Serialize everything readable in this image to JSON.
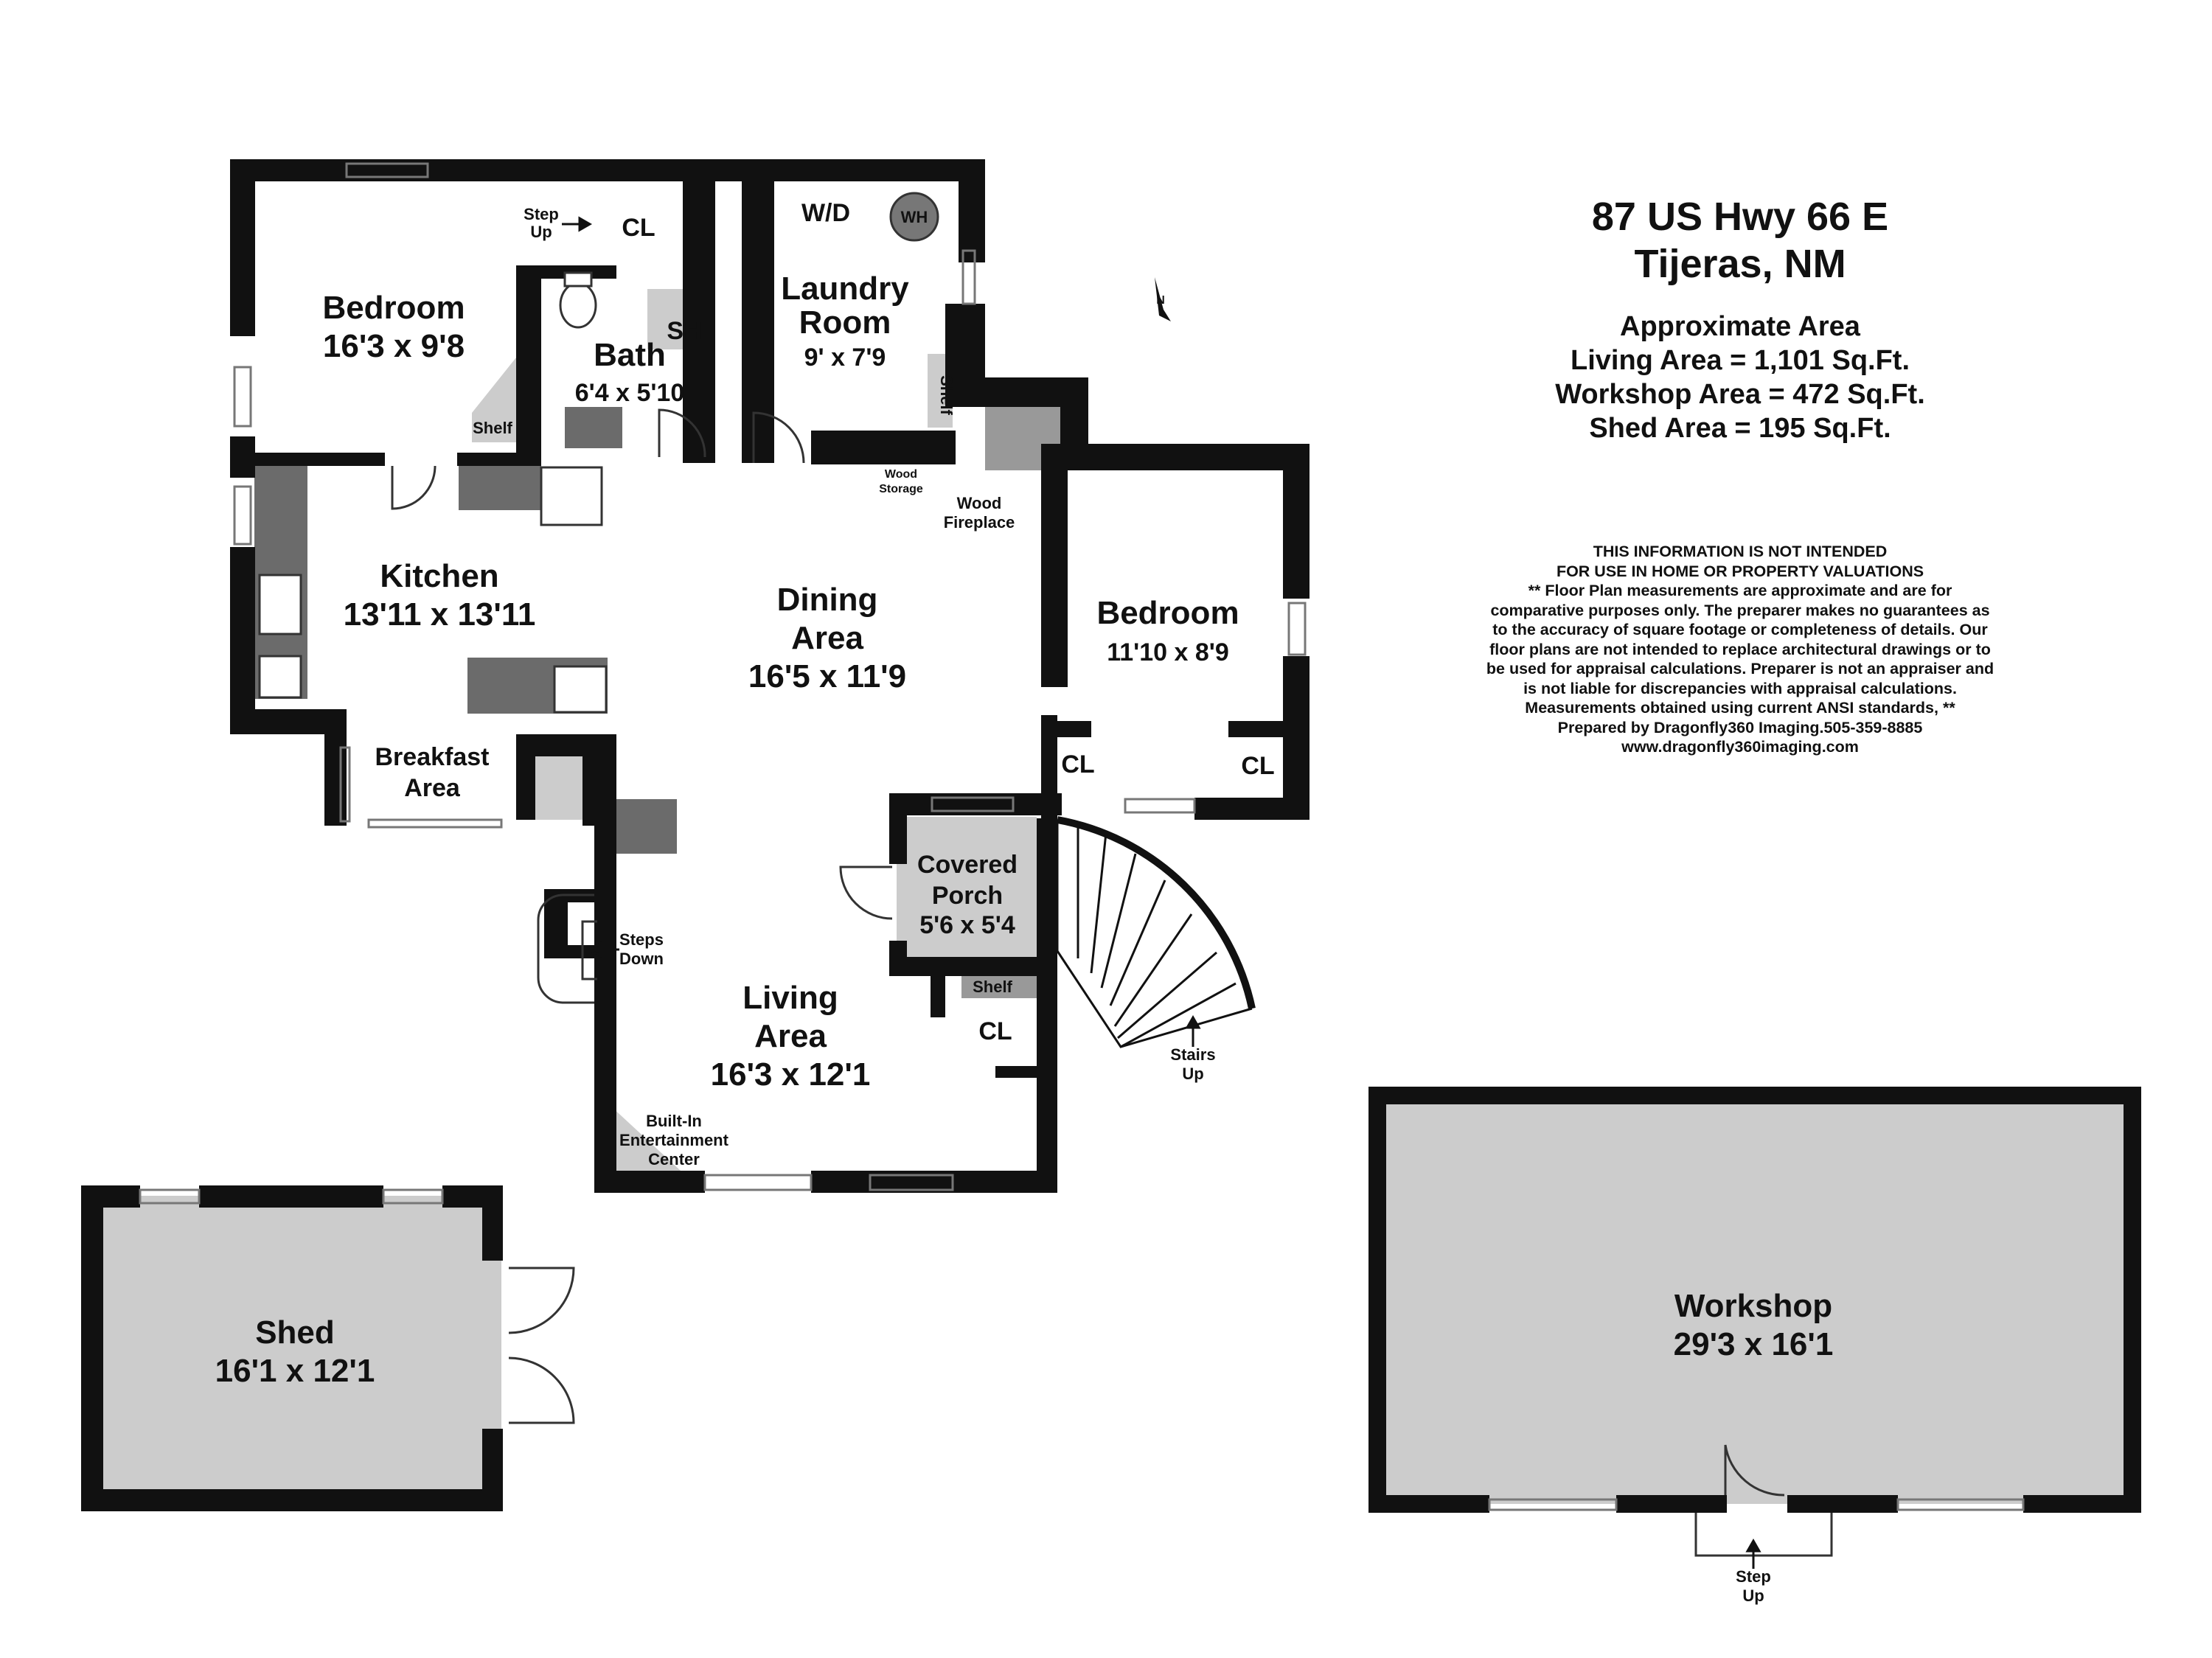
{
  "title": {
    "address_line1": "87 US Hwy 66 E",
    "address_line2": "Tijeras, NM"
  },
  "area_summary": {
    "heading": "Approximate Area",
    "living": "Living Area = 1,101 Sq.Ft.",
    "workshop": "Workshop Area = 472 Sq.Ft.",
    "shed": "Shed Area = 195 Sq.Ft."
  },
  "disclaimer": [
    "THIS INFORMATION IS NOT INTENDED",
    "FOR USE IN HOME OR PROPERTY VALUATIONS",
    "** Floor Plan measurements are approximate and are for",
    "comparative purposes only. The preparer makes no guarantees as",
    "to the accuracy of square footage or completeness of details. Our",
    "floor plans are not intended to replace architectural drawings or to",
    "be used for appraisal calculations. Preparer is not an appraiser and",
    "is not liable for discrepancies with appraisal calculations.",
    "Measurements obtained using current ANSI standards, **",
    "Prepared by Dragonfly360 Imaging.505-359-8885",
    "www.dragonfly360imaging.com"
  ],
  "rooms": {
    "bedroom1": {
      "name": "Bedroom",
      "dims": "16'3 x 9'8"
    },
    "bath": {
      "name": "Bath",
      "dims": "6'4 x 5'10"
    },
    "laundry": {
      "name1": "Laundry",
      "name2": "Room",
      "dims": "9' x 7'9"
    },
    "kitchen": {
      "name": "Kitchen",
      "dims": "13'11 x 13'11"
    },
    "dining": {
      "name1": "Dining",
      "name2": "Area",
      "dims": "16'5 x 11'9"
    },
    "bedroom2": {
      "name": "Bedroom",
      "dims": "11'10 x 8'9"
    },
    "breakfast": {
      "name1": "Breakfast",
      "name2": "Area"
    },
    "porch": {
      "name1": "Covered",
      "name2": "Porch",
      "dims": "5'6 x 5'4"
    },
    "living": {
      "name1": "Living",
      "name2": "Area",
      "dims": "16'3 x 12'1"
    },
    "shed": {
      "name": "Shed",
      "dims": "16'1 x 12'1"
    },
    "workshop": {
      "name": "Workshop",
      "dims": "29'3 x 16'1"
    }
  },
  "labels": {
    "wd": "W/D",
    "wh": "WH",
    "sh": "SH",
    "cl": "CL",
    "shelf": "Shelf",
    "step_up1": "Step",
    "step_up2": "Up",
    "wood_storage1": "Wood",
    "wood_storage2": "Storage",
    "wood_fireplace1": "Wood",
    "wood_fireplace2": "Fireplace",
    "steps_down1": "Steps",
    "steps_down2": "Down",
    "stairs_up1": "Stairs",
    "stairs_up2": "Up",
    "entertainment1": "Built-In",
    "entertainment2": "Entertainment",
    "entertainment3": "Center",
    "north": "N"
  },
  "colors": {
    "wall": "#111111",
    "counter": "#6b6b6b",
    "fill_light": "#cccccc",
    "fill_mid": "#999999"
  }
}
